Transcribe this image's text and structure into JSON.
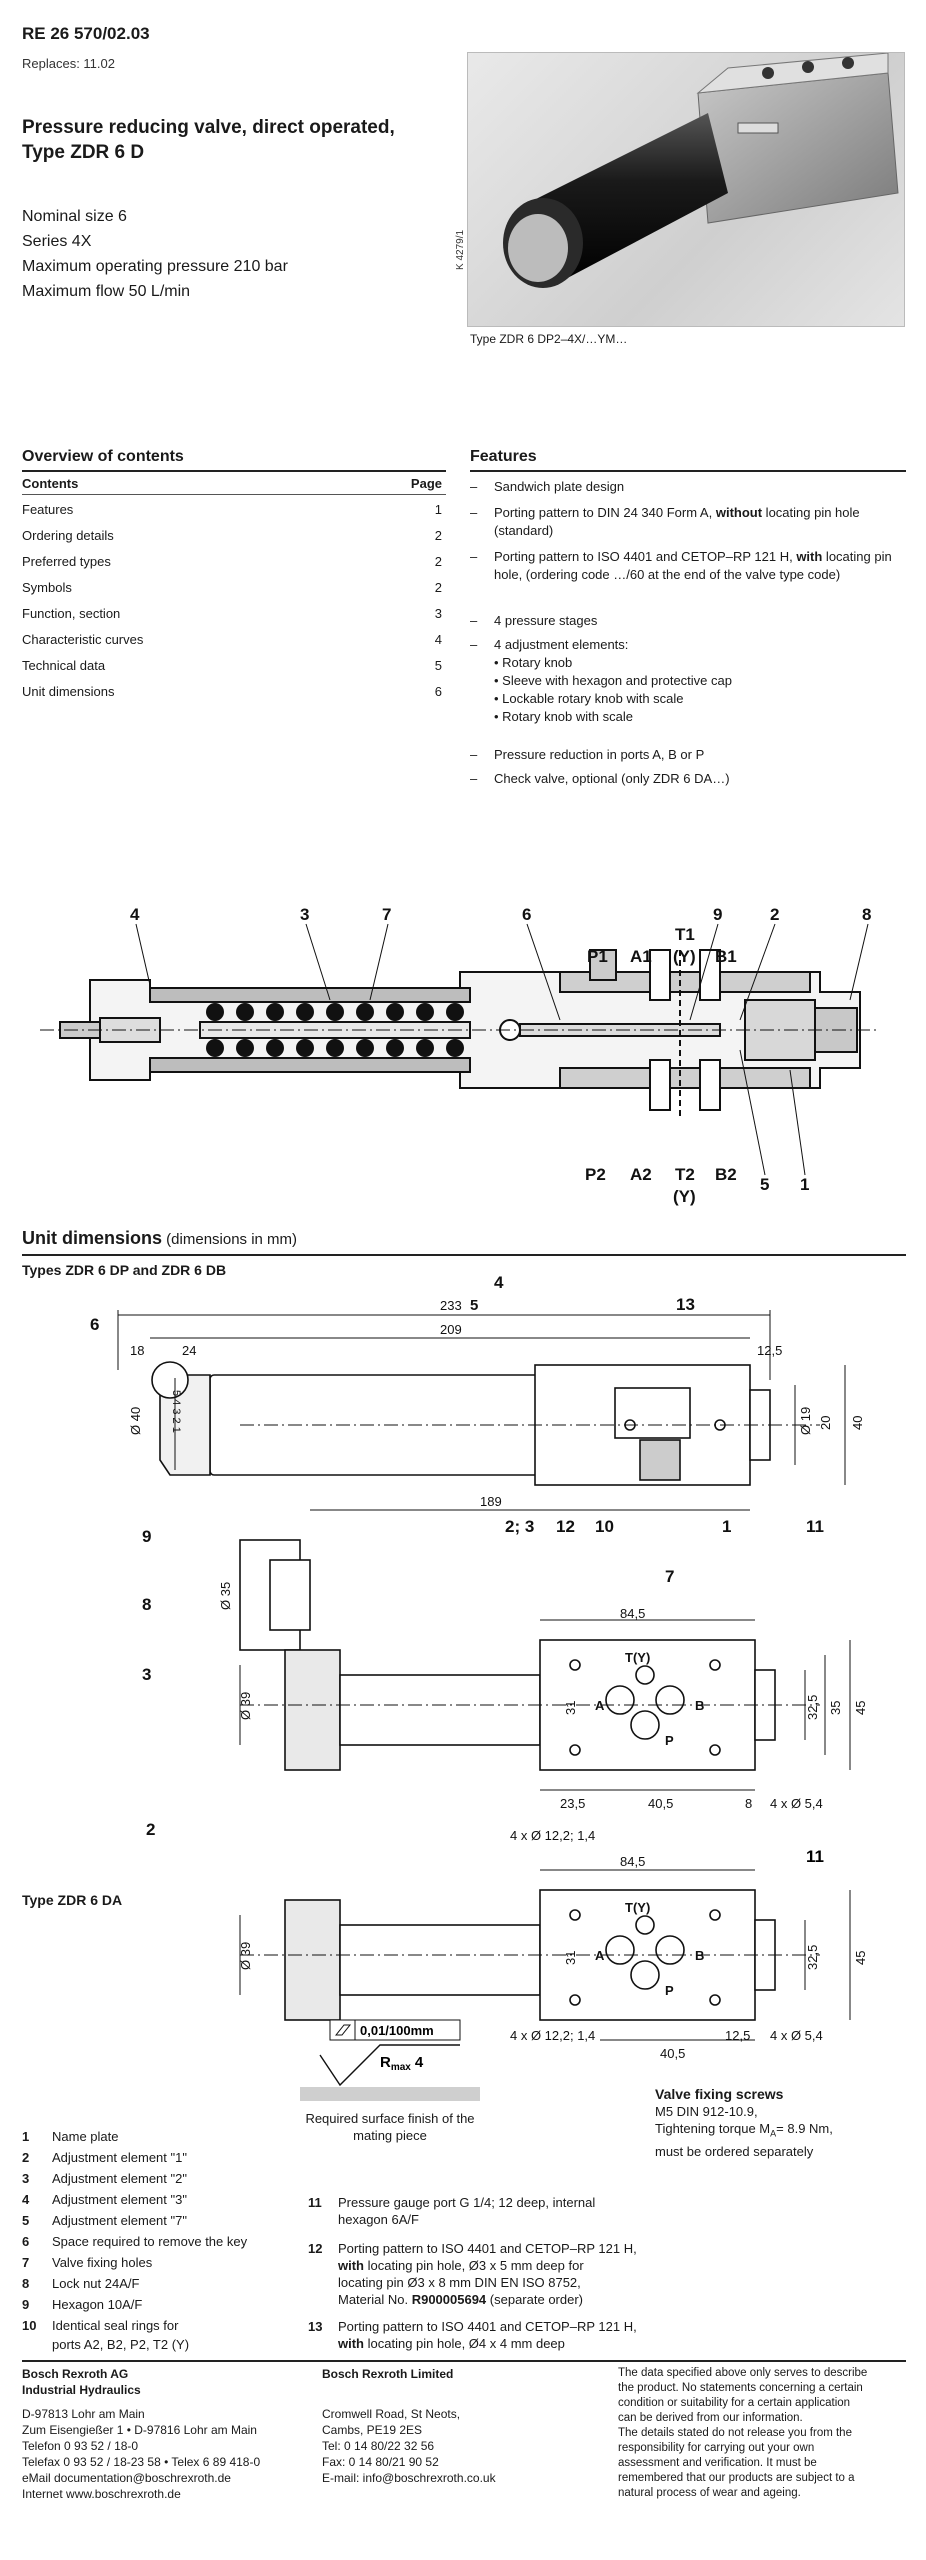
{
  "header": {
    "doc_number": "RE 26 570/02.03",
    "replaces": "Replaces: 11.02",
    "title_line1": "Pressure reducing valve, direct operated,",
    "title_line2": "Type ZDR 6 D",
    "specs": [
      "Nominal size 6",
      "Series 4X",
      "Maximum operating pressure 210 bar",
      "Maximum flow 50 L/min"
    ],
    "photo_code": "K 4279/1",
    "photo_caption": "Type ZDR 6 DP2–4X/…YM…"
  },
  "overview": {
    "title": "Overview of contents",
    "col_contents": "Contents",
    "col_page": "Page",
    "rows": [
      {
        "label": "Features",
        "page": "1"
      },
      {
        "label": "Ordering details",
        "page": "2"
      },
      {
        "label": "Preferred types",
        "page": "2"
      },
      {
        "label": "Symbols",
        "page": "2"
      },
      {
        "label": "Function, section",
        "page": "3"
      },
      {
        "label": "Characteristic curves",
        "page": "4"
      },
      {
        "label": "Technical data",
        "page": "5"
      },
      {
        "label": "Unit dimensions",
        "page": "6"
      }
    ]
  },
  "features": {
    "title": "Features",
    "items": [
      {
        "a": "Sandwich plate design",
        "b": "",
        "c": ""
      },
      {
        "a": "Porting pattern to DIN 24 340 Form A, ",
        "b": "without",
        "c": " locating pin hole (standard)"
      },
      {
        "a": "Porting pattern to ISO 4401 and CETOP–RP 121 H, ",
        "b": "with",
        "c": " locating pin hole, (ordering code …/60 at the end of the valve type code)"
      },
      {
        "a": "4 pressure stages",
        "b": "",
        "c": ""
      },
      {
        "a": "4 adjustment elements:",
        "b": "",
        "c": ""
      },
      {
        "a": "Pressure reduction in ports A, B or P",
        "b": "",
        "c": ""
      },
      {
        "a": "Check valve, optional (only ZDR 6 DA…)",
        "b": "",
        "c": ""
      }
    ],
    "adjustment_elements": [
      "• Rotary knob",
      "• Sleeve with hexagon and protective cap",
      "• Lockable rotary knob with scale",
      "• Rotary knob with scale"
    ]
  },
  "section_drawing": {
    "callouts": [
      "4",
      "3",
      "7",
      "6",
      "9",
      "2",
      "8",
      "5",
      "1"
    ],
    "ports_top": [
      "P1",
      "A1",
      "T1",
      "(Y)",
      "B1"
    ],
    "ports_bottom": [
      "P2",
      "A2",
      "T2",
      "(Y)",
      "B2"
    ]
  },
  "unit_dimensions": {
    "title": "Unit dimensions",
    "subtitle": " (dimensions in mm)",
    "types_dp_db": "Types ZDR 6 DP and ZDR 6 DB",
    "type_da": "Type ZDR 6 DA",
    "dims_top": {
      "d233": "233",
      "d209": "209",
      "d18": "18",
      "d24": "24",
      "d12_5": "12,5",
      "d189": "189",
      "d40": "Ø 40",
      "d19": "Ø 19",
      "d20": "20",
      "d40b": "40",
      "d35": "Ø 35",
      "scale": "5 4 3 2 1"
    },
    "callouts_top": [
      "4",
      "5",
      "13",
      "6",
      "2; 3",
      "12",
      "10",
      "1",
      "9",
      "8",
      "3",
      "7",
      "11",
      "2"
    ],
    "dims_mid": {
      "d84_5": "84,5",
      "d39": "Ø 39",
      "d31": "31",
      "d32_5": "32,5",
      "d35": "35",
      "d45": "45",
      "d23_5": "23,5",
      "d40_5": "40,5",
      "d8": "8",
      "d4x5_4": "4 x Ø 5,4",
      "d4x12_2": "4 x Ø 12,2; 1,4"
    },
    "ports": {
      "T": "T(Y)",
      "A": "A",
      "B": "B",
      "P": "P"
    },
    "dims_da": {
      "d84_5": "84,5",
      "d39": "Ø 39",
      "d31": "31",
      "d32_5": "32,5",
      "d45": "45",
      "d40_5": "40,5",
      "d12_5": "12,5",
      "d4x5_4": "4 x Ø 5,4",
      "d4x12_2": "4 x Ø 12,2; 1,4",
      "callout11": "11"
    },
    "surface": {
      "flatness": "0,01/100mm",
      "rmax": "R",
      "rmax_sub": "max",
      "rmax_val": "4",
      "caption1": "Required surface finish of the",
      "caption2": "mating piece"
    }
  },
  "fixing_screws": {
    "title": "Valve fixing screws",
    "line1": "M5  DIN 912-10.9,",
    "line2": "Tightening torque M",
    "line2_sub": "A",
    "line2_rest": "= 8.9 Nm,",
    "line3": "must be ordered separately"
  },
  "legend_left": [
    {
      "n": "1",
      "t": "Name plate"
    },
    {
      "n": "2",
      "t": "Adjustment element \"1\""
    },
    {
      "n": "3",
      "t": "Adjustment element \"2\""
    },
    {
      "n": "4",
      "t": "Adjustment element \"3\""
    },
    {
      "n": "5",
      "t": "Adjustment element \"7\""
    },
    {
      "n": "6",
      "t": "Space required to remove the key"
    },
    {
      "n": "7",
      "t": "Valve fixing holes"
    },
    {
      "n": "8",
      "t": "Lock nut 24A/F"
    },
    {
      "n": "9",
      "t": "Hexagon 10A/F"
    },
    {
      "n": "10",
      "t": "Identical seal rings for"
    },
    {
      "n": "",
      "t": "ports A2, B2, P2, T2 (Y)"
    }
  ],
  "legend_right": {
    "i11_n": "11",
    "i11_t1": "Pressure gauge port G 1/4; 12 deep, internal",
    "i11_t2": "hexagon 6A/F",
    "i12_n": "12",
    "i12_t1": "Porting pattern to ISO 4401 and CETOP–RP 121 H,",
    "i12_b": "with",
    "i12_t2": " locating pin hole, Ø3 x 5 mm deep for",
    "i12_t3": "locating pin Ø3 x 8 mm DIN EN ISO 8752,",
    "i12_t4a": "Material No. ",
    "i12_t4b": "R900005694",
    "i12_t4c": " (separate order)",
    "i13_n": "13",
    "i13_t1": "Porting pattern to ISO 4401 and CETOP–RP 121 H,",
    "i13_b": "with",
    "i13_t2": " locating pin hole, Ø4 x 4 mm deep"
  },
  "footer": {
    "company": "Bosch Rexroth AG",
    "division": "Industrial Hydraulics",
    "addr1": "D-97813 Lohr am Main",
    "addr2": "Zum Eisengießer 1 • D-97816 Lohr am Main",
    "tel": "Telefon   0 93 52 / 18-0",
    "fax": "Telefax   0 93 52 / 18-23 58 • Telex 6 89 418-0",
    "email": "eMail     documentation@boschrexroth.de",
    "web": "Internet  www.boschrexroth.de",
    "uk_company": "Bosch Rexroth Limited",
    "uk1": "Cromwell Road, St Neots,",
    "uk2": "Cambs, PE19 2ES",
    "uk3": "Tel: 0 14 80/22 32 56",
    "uk4": "Fax: 0 14 80/21 90 52",
    "uk5": "E-mail: info@boschrexroth.co.uk",
    "disclaimer": [
      "The data specified above only serves to describe",
      "the product. No statements concerning a certain",
      "condition or suitability for a certain application",
      "can be derived from our information.",
      "The details stated do not release you from the",
      "responsibility for carrying out your own",
      "assessment and verification. It must be",
      "remembered that our products are subject to a",
      "natural process of wear and ageing."
    ]
  }
}
